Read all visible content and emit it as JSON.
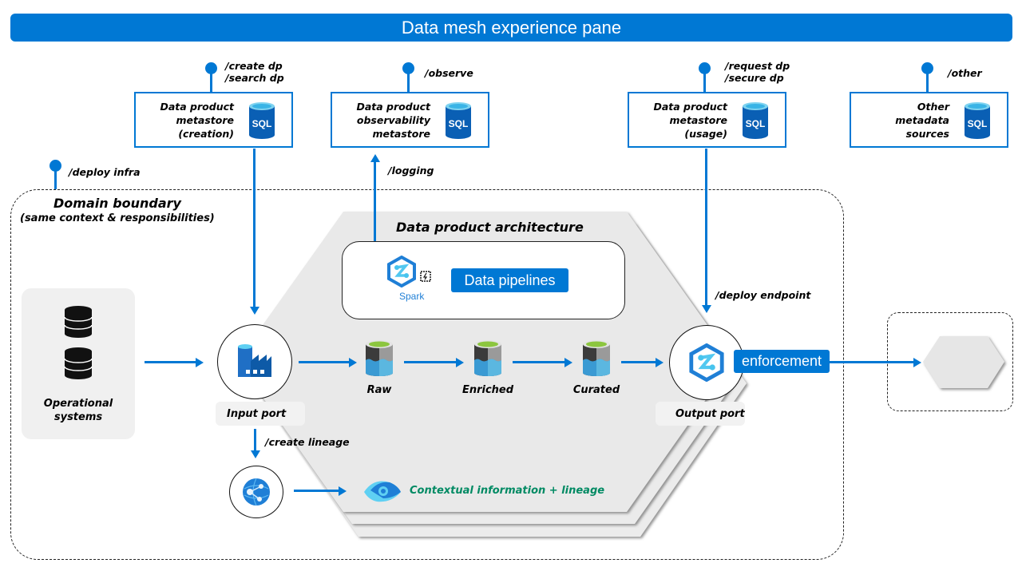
{
  "banner": {
    "title": "Data mesh experience pane"
  },
  "metastores": [
    {
      "api": [
        "/create dp",
        "/search dp"
      ],
      "label": [
        "Data product",
        "metastore",
        "(creation)"
      ],
      "icon": "sql-database-icon"
    },
    {
      "api": [
        "/observe"
      ],
      "label": [
        "Data product",
        "observability",
        "metastore"
      ],
      "icon": "sql-database-icon"
    },
    {
      "api": [
        "/request dp",
        "/secure dp"
      ],
      "label": [
        "Data product",
        "metastore",
        "(usage)"
      ],
      "icon": "sql-database-icon"
    },
    {
      "api": [
        "/other"
      ],
      "label": [
        "Other",
        "metadata",
        "sources"
      ],
      "icon": "sql-database-icon"
    }
  ],
  "apis": {
    "deploy_infra": "/deploy infra",
    "logging": "/logging",
    "deploy_endpoint": "/deploy endpoint",
    "create_lineage": "/create lineage"
  },
  "domain": {
    "title": "Domain boundary",
    "subtitle": "(same context & responsibilities)"
  },
  "operational": {
    "label_line1": "Operational",
    "label_line2": "systems",
    "icon": "database-stack-icon"
  },
  "architecture": {
    "title": "Data product architecture",
    "spark_label": "Spark",
    "pipelines_label": "Data pipelines"
  },
  "ports": {
    "input": "Input  port",
    "output": "Output  port",
    "enforcement": "enforcement"
  },
  "lake_zones": [
    "Raw",
    "Enriched",
    "Curated"
  ],
  "lineage": {
    "label": "Contextual  information  + lineage"
  },
  "colors": {
    "accent": "#0078d4",
    "lineage_text": "#008a63",
    "hex_fill": "#e8e8e8"
  }
}
